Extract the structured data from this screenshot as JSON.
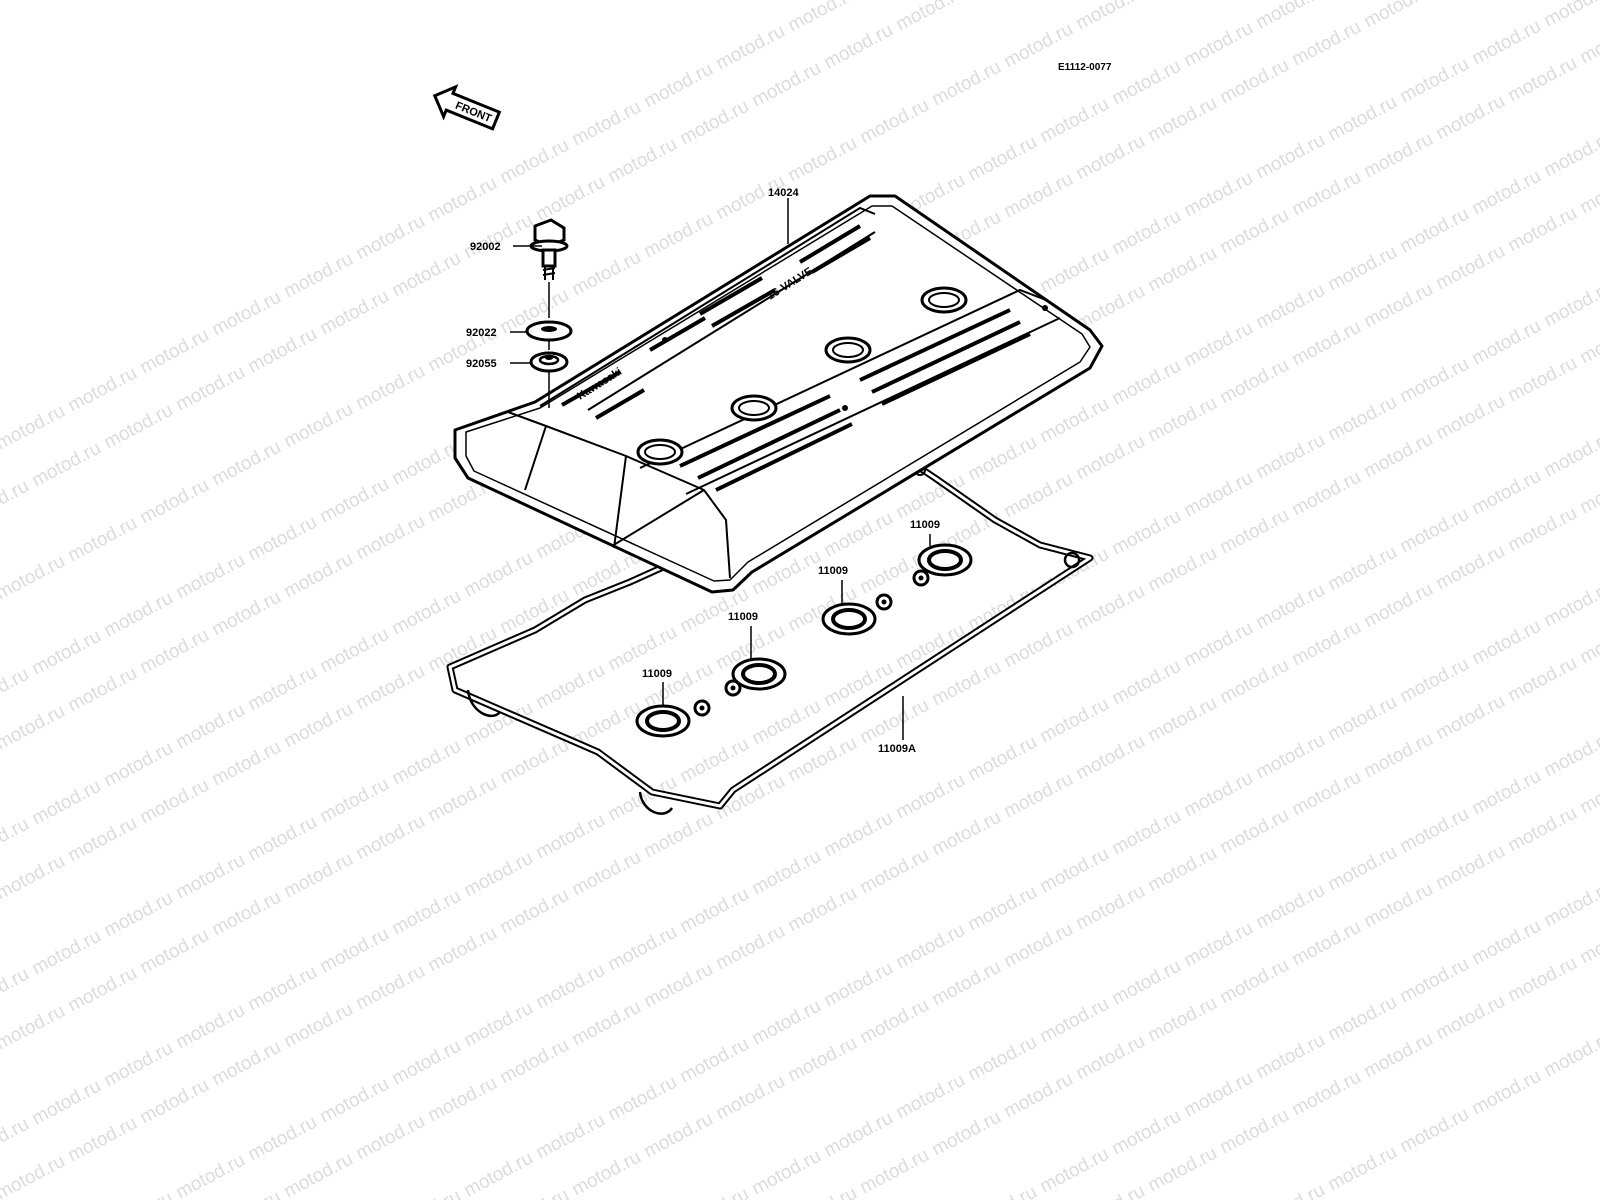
{
  "diagram": {
    "code": "E1112-0077",
    "front_label": "FRONT",
    "cover_logo_left": "Kawasaki",
    "cover_logo_right": "16-VALVE",
    "watermark_text": "motod.ru",
    "parts": {
      "cover": "14024",
      "bolt": "92002",
      "washer": "92022",
      "grommet": "92055",
      "plug_gasket_1": "11009",
      "plug_gasket_2": "11009",
      "plug_gasket_3": "11009",
      "plug_gasket_4": "11009",
      "cover_gasket": "11009A"
    }
  }
}
